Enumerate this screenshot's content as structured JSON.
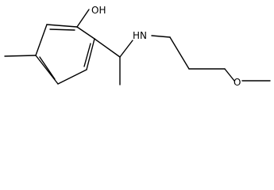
{
  "molecule": {
    "labels": {
      "hydroxyl": "OH",
      "amine": "HN",
      "ether_oxygen": "O"
    },
    "colors": {
      "bond": "#000000",
      "text": "#000000",
      "background": "#ffffff"
    }
  }
}
